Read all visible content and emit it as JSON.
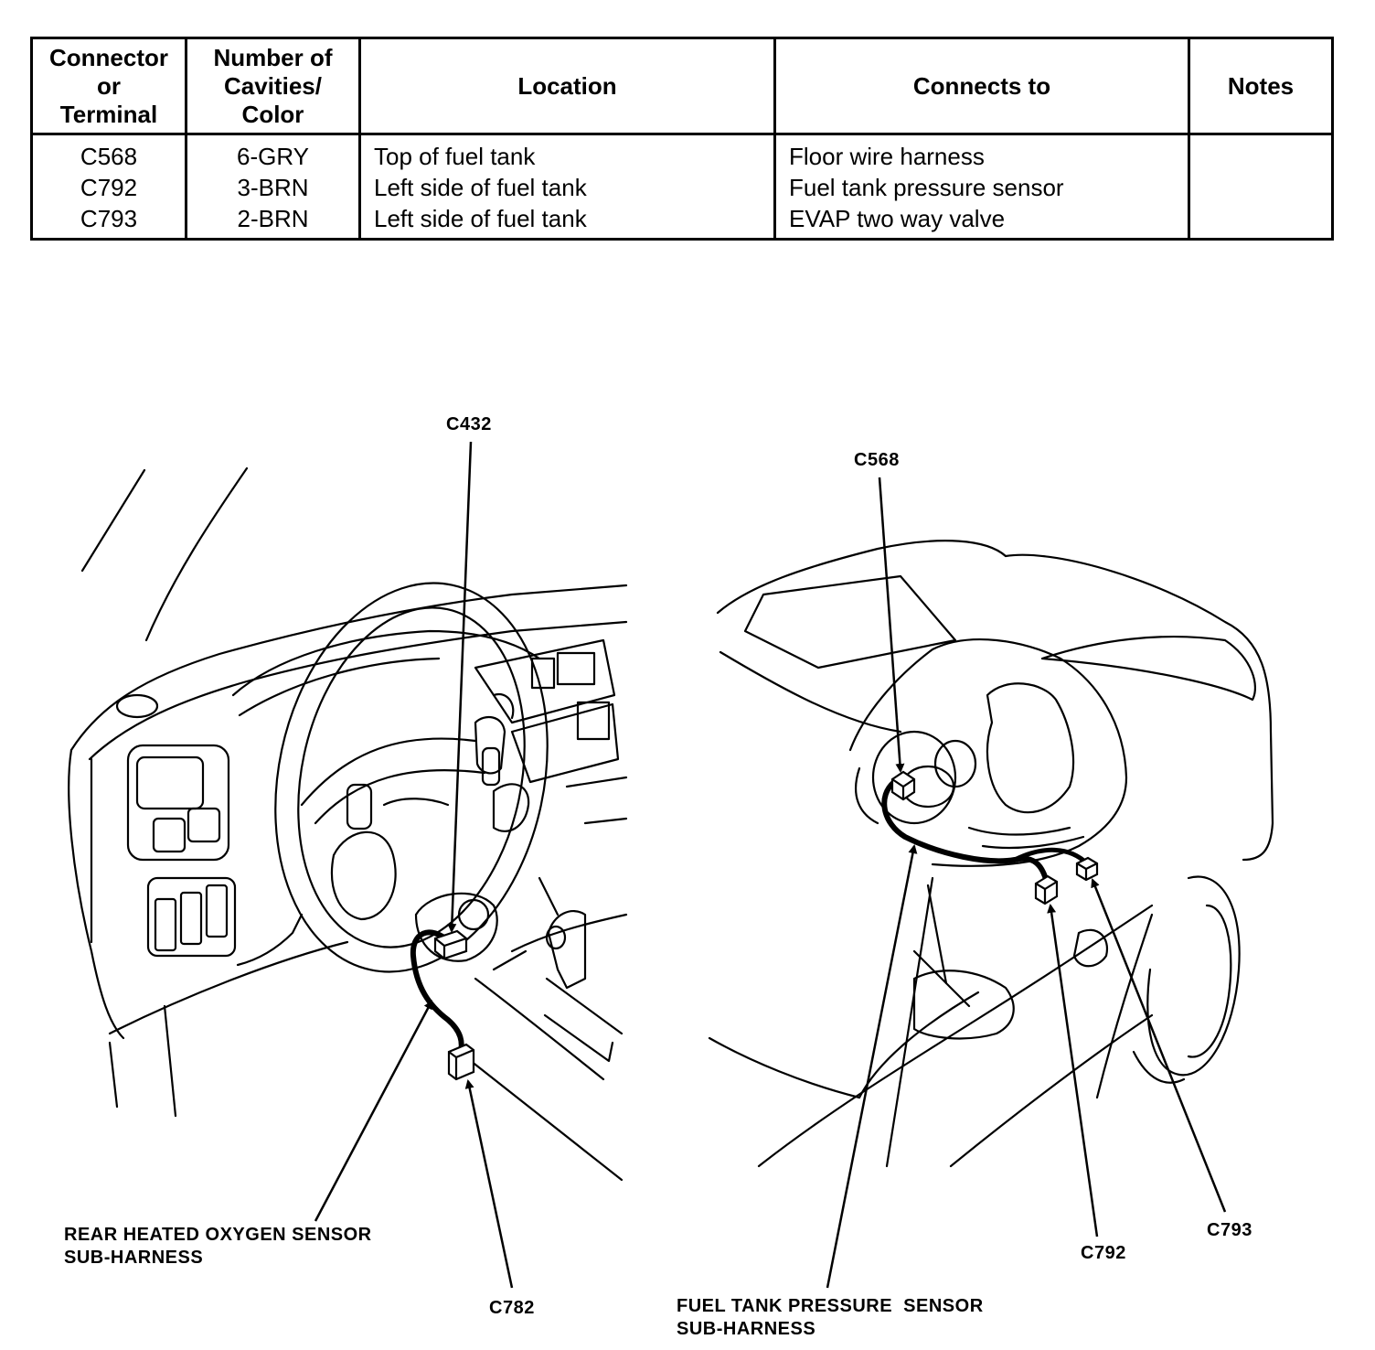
{
  "table": {
    "headers": {
      "connector": [
        "Connector",
        "or",
        "Terminal"
      ],
      "cavities": [
        "Number of",
        "Cavities/",
        "Color"
      ],
      "location": "Location",
      "connects_to": "Connects to",
      "notes": "Notes"
    },
    "rows": [
      {
        "connector": "C568",
        "cavities": "6-GRY",
        "location": "Top of fuel tank",
        "connects_to": "Floor wire harness",
        "notes": ""
      },
      {
        "connector": "C792",
        "cavities": "3-BRN",
        "location": "Left side of fuel tank",
        "connects_to": "Fuel tank pressure sensor",
        "notes": ""
      },
      {
        "connector": "C793",
        "cavities": "2-BRN",
        "location": "Left side of fuel tank",
        "connects_to": "EVAP two way valve",
        "notes": ""
      }
    ]
  },
  "illustration": {
    "left": {
      "c432": "C432",
      "harness_line1": "REAR HEATED OXYGEN SENSOR",
      "harness_line2": "SUB-HARNESS",
      "c782": "C782"
    },
    "right": {
      "c568": "C568",
      "c792": "C792",
      "c793": "C793",
      "harness_line1": "FUEL TANK PRESSURE  SENSOR",
      "harness_line2": "SUB-HARNESS"
    }
  }
}
